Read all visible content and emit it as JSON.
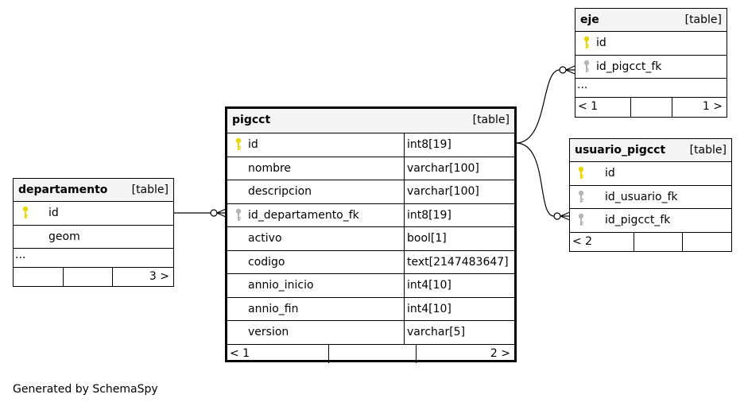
{
  "footer_text": "Generated by SchemaSpy",
  "key_colors": {
    "primary": "#e6d800",
    "foreign": "#b4b4b4"
  },
  "tables": {
    "pigcct": {
      "name": "pigcct",
      "kind": "[table]",
      "columns": [
        {
          "name": "id",
          "type": "int8[19]",
          "key": "primary"
        },
        {
          "name": "nombre",
          "type": "varchar[100]",
          "key": "none"
        },
        {
          "name": "descripcion",
          "type": "varchar[100]",
          "key": "none"
        },
        {
          "name": "id_departamento_fk",
          "type": "int8[19]",
          "key": "foreign"
        },
        {
          "name": "activo",
          "type": "bool[1]",
          "key": "none"
        },
        {
          "name": "codigo",
          "type": "text[2147483647]",
          "key": "none"
        },
        {
          "name": "annio_inicio",
          "type": "int4[10]",
          "key": "none"
        },
        {
          "name": "annio_fin",
          "type": "int4[10]",
          "key": "none"
        },
        {
          "name": "version",
          "type": "varchar[5]",
          "key": "none"
        }
      ],
      "footer": {
        "left": "< 1",
        "right": "2 >"
      }
    },
    "departamento": {
      "name": "departamento",
      "kind": "[table]",
      "columns": [
        {
          "name": "id",
          "key": "primary"
        },
        {
          "name": "geom",
          "key": "none"
        }
      ],
      "ellipsis": "...",
      "footer": {
        "left": "",
        "right": "3 >"
      }
    },
    "eje": {
      "name": "eje",
      "kind": "[table]",
      "columns": [
        {
          "name": "id",
          "key": "primary"
        },
        {
          "name": "id_pigcct_fk",
          "key": "foreign"
        }
      ],
      "ellipsis": "...",
      "footer": {
        "left": "< 1",
        "right": "1 >"
      }
    },
    "usuario_pigcct": {
      "name": "usuario_pigcct",
      "kind": "[table]",
      "columns": [
        {
          "name": "id",
          "key": "primary"
        },
        {
          "name": "id_usuario_fk",
          "key": "foreign"
        },
        {
          "name": "id_pigcct_fk",
          "key": "foreign"
        }
      ],
      "footer": {
        "left": "< 2",
        "right": ""
      }
    }
  }
}
